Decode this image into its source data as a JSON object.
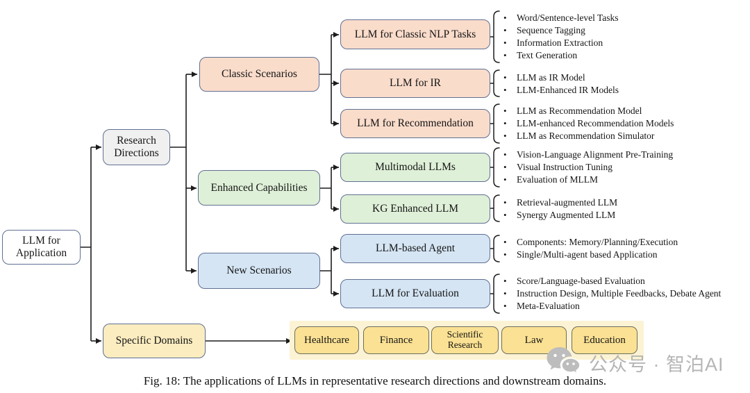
{
  "tree": {
    "root": {
      "label": "LLM for Application"
    },
    "level1": [
      {
        "label": "Research Directions"
      },
      {
        "label": "Specific Domains"
      }
    ],
    "level2": [
      {
        "label": "Classic Scenarios"
      },
      {
        "label": "Enhanced Capabilities"
      },
      {
        "label": "New Scenarios"
      }
    ],
    "level3": [
      {
        "label": "LLM for Classic NLP Tasks",
        "bullets": [
          "Word/Sentence-level Tasks",
          "Sequence Tagging",
          "Information Extraction",
          "Text Generation"
        ]
      },
      {
        "label": "LLM for IR",
        "bullets": [
          "LLM as IR Model",
          "LLM-Enhanced IR Models"
        ]
      },
      {
        "label": "LLM for Recommendation",
        "bullets": [
          "LLM as Recommendation Model",
          "LLM-enhanced Recommendation Models",
          "LLM as Recommendation Simulator"
        ]
      },
      {
        "label": "Multimodal LLMs",
        "bullets": [
          "Vision-Language Alignment Pre-Training",
          "Visual Instruction Tuning",
          "Evaluation of MLLM"
        ]
      },
      {
        "label": "KG Enhanced LLM",
        "bullets": [
          "Retrieval-augmented LLM",
          "Synergy Augmented LLM"
        ]
      },
      {
        "label": "LLM-based Agent",
        "bullets": [
          "Components: Memory/Planning/Execution",
          "Single/Multi-agent based Application"
        ]
      },
      {
        "label": "LLM for Evaluation",
        "bullets": [
          "Score/Language-based Evaluation",
          "Instruction Design, Multiple Feedbacks, Debate Agent",
          "Meta-Evaluation"
        ]
      }
    ],
    "domains": [
      {
        "label": "Healthcare"
      },
      {
        "label": "Finance"
      },
      {
        "label": "Scientific Research"
      },
      {
        "label": "Law"
      },
      {
        "label": "Education"
      }
    ]
  },
  "caption": "Fig. 18: The applications of LLMs in representative research directions and downstream domains.",
  "watermark": {
    "text": "公众号 · 智泊AI",
    "icon": "wechat-logo"
  },
  "colors": {
    "salmon": "#fadccb",
    "green": "#dff0d8",
    "blue": "#d5e5f4",
    "gray": "#f0f0f0",
    "domain_chip": "#fbe193",
    "domain_band": "#fcf3d4",
    "box_border": "#5f6f93",
    "chip_border": "#6b6d60",
    "line": "#1c1c1c",
    "watermark_gray": "#b5b5b5"
  }
}
